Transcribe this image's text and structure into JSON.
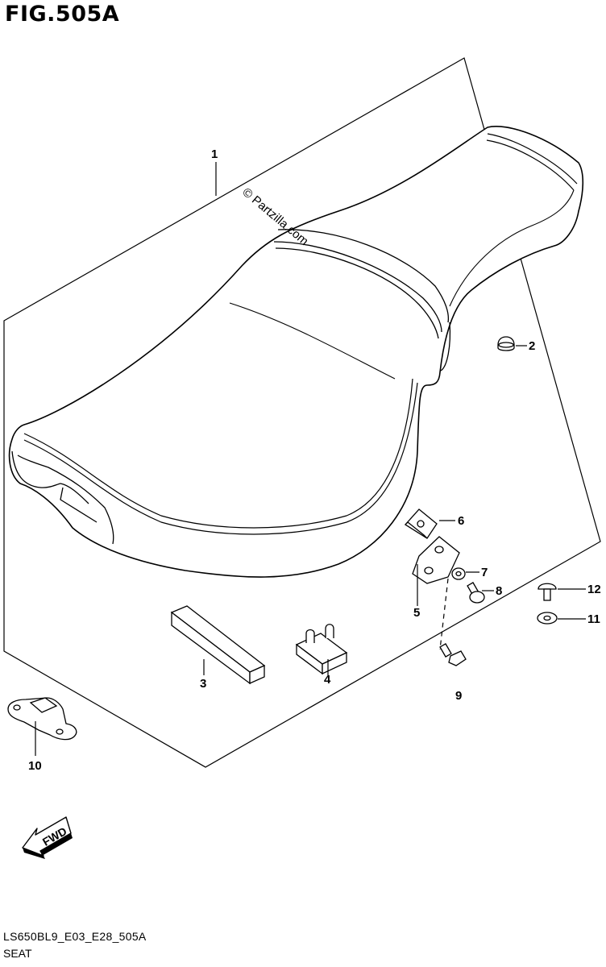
{
  "figure": {
    "title": "FIG.505A",
    "watermark": "© Partzilla.com",
    "fwd_label": "FWD"
  },
  "callouts": [
    {
      "number": "1"
    },
    {
      "number": "2"
    },
    {
      "number": "3"
    },
    {
      "number": "4"
    },
    {
      "number": "5"
    },
    {
      "number": "6"
    },
    {
      "number": "7"
    },
    {
      "number": "8"
    },
    {
      "number": "9"
    },
    {
      "number": "10"
    },
    {
      "number": "11"
    },
    {
      "number": "12"
    }
  ],
  "footer": {
    "model_code": "LS650BL9_E03_E28_505A",
    "section_name": "SEAT"
  },
  "colors": {
    "line": "#000000",
    "background": "#ffffff"
  }
}
